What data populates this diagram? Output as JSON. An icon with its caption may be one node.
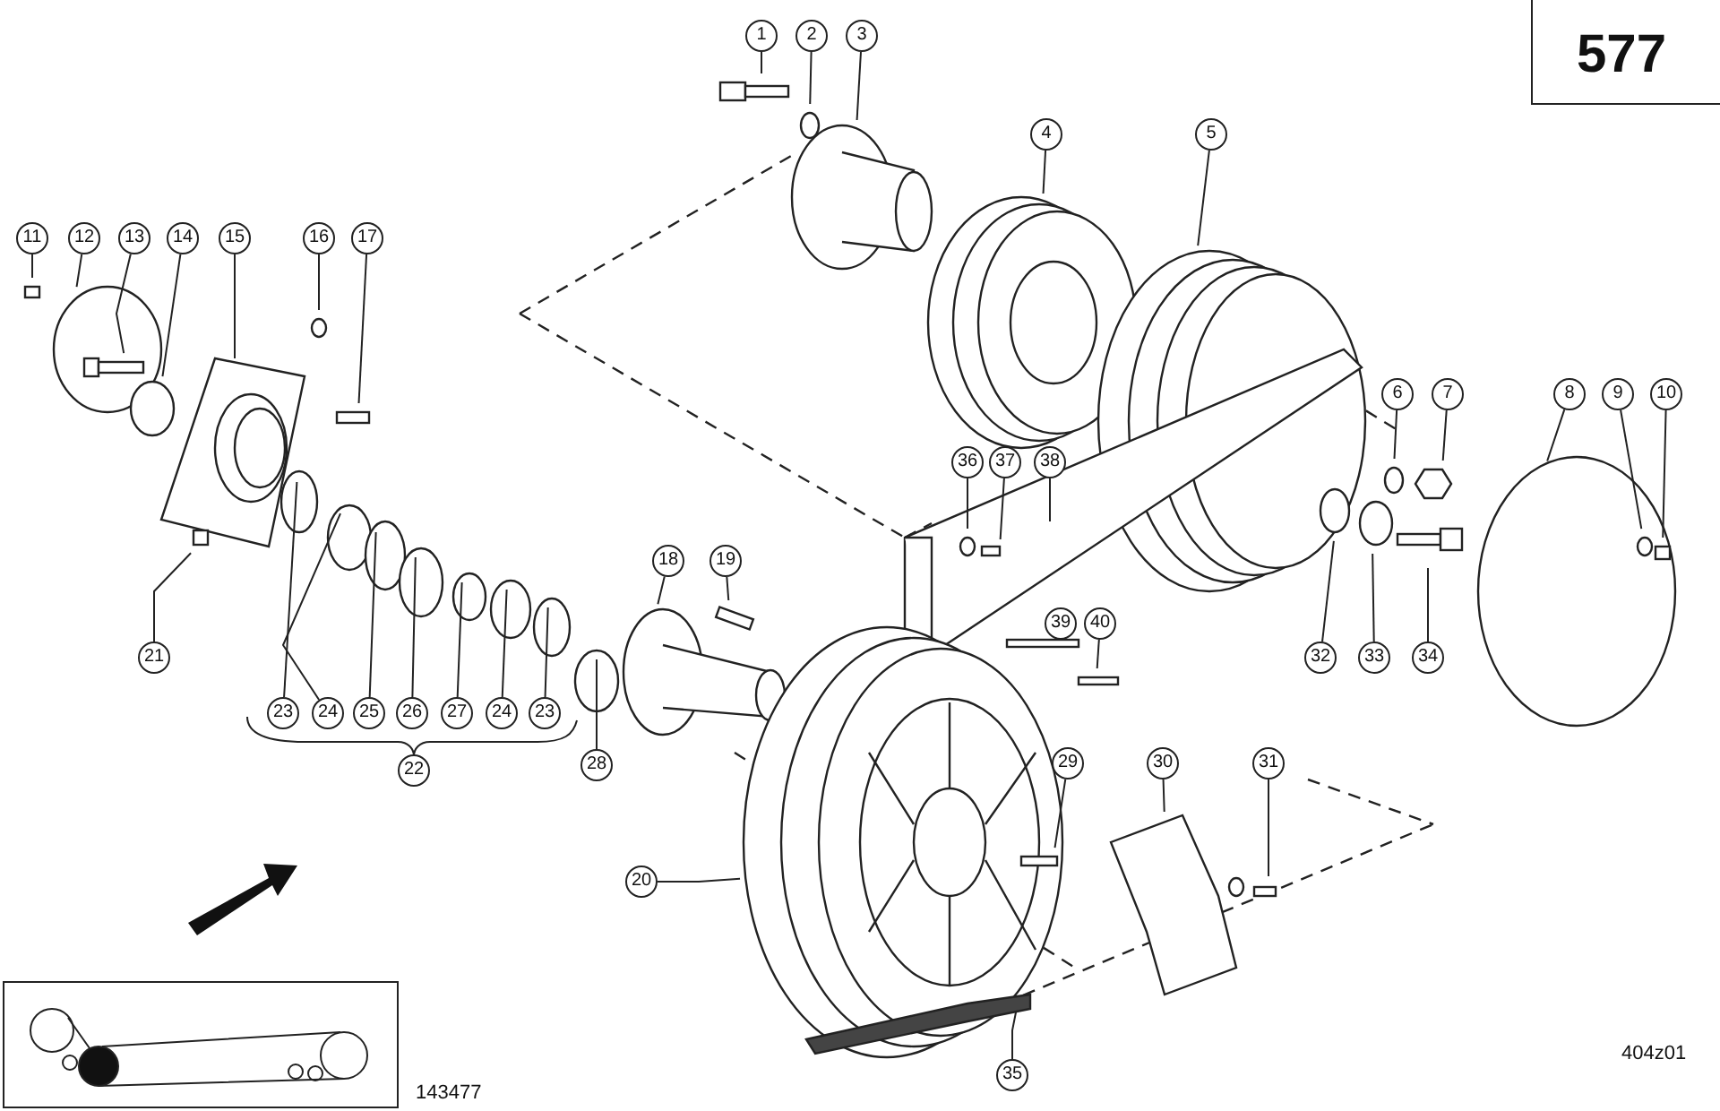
{
  "diagram": {
    "nodes": [
      {
        "text": [
          "1"
        ]
      },
      {
        "text": [
          "2"
        ]
      },
      {
        "text": [
          "3"
        ]
      },
      {
        "text": [
          "4"
        ]
      },
      {
        "text": [
          "5"
        ]
      },
      {
        "text": [
          "6"
        ]
      },
      {
        "text": [
          "7"
        ]
      },
      {
        "text": [
          "8"
        ]
      },
      {
        "text": [
          "9"
        ]
      },
      {
        "text": [
          "10"
        ]
      },
      {
        "text": [
          "11"
        ]
      },
      {
        "text": [
          "12"
        ]
      },
      {
        "text": [
          "13"
        ]
      },
      {
        "text": [
          "14"
        ]
      },
      {
        "text": [
          "15"
        ]
      },
      {
        "text": [
          "16"
        ]
      },
      {
        "text": [
          "17"
        ]
      },
      {
        "text": [
          "18"
        ]
      },
      {
        "text": [
          "19"
        ]
      },
      {
        "text": [
          "20"
        ]
      },
      {
        "text": [
          "21"
        ]
      },
      {
        "text": [
          "22"
        ]
      },
      {
        "text": [
          "23"
        ]
      },
      {
        "text": [
          "24"
        ]
      },
      {
        "text": [
          "25"
        ]
      },
      {
        "text": [
          "26"
        ]
      },
      {
        "text": [
          "27"
        ]
      },
      {
        "text": [
          "24"
        ]
      },
      {
        "text": [
          "23"
        ]
      },
      {
        "text": [
          "28"
        ]
      },
      {
        "text": [
          "29"
        ]
      },
      {
        "text": [
          "30"
        ]
      },
      {
        "text": [
          "31"
        ]
      },
      {
        "text": [
          "32"
        ]
      },
      {
        "text": [
          "33"
        ]
      },
      {
        "text": [
          "34"
        ]
      },
      {
        "text": [
          "35"
        ]
      },
      {
        "text": [
          "36"
        ]
      },
      {
        "text": [
          "37"
        ]
      },
      {
        "text": [
          "38"
        ]
      },
      {
        "text": [
          "39"
        ]
      },
      {
        "text": [
          "40"
        ]
      }
    ],
    "edges": [
      {
        "from": 0,
        "to": null,
        "arrow": "none"
      },
      {
        "from": 1,
        "to": null,
        "arrow": "none"
      },
      {
        "from": 2,
        "to": null,
        "arrow": "none"
      },
      {
        "from": 3,
        "to": null,
        "arrow": "none"
      },
      {
        "from": 4,
        "to": null,
        "arrow": "none"
      },
      {
        "from": 5,
        "to": null,
        "arrow": "none"
      },
      {
        "from": 6,
        "to": null,
        "arrow": "none"
      },
      {
        "from": 7,
        "to": null,
        "arrow": "none"
      },
      {
        "from": 8,
        "to": null,
        "arrow": "none"
      },
      {
        "from": 9,
        "to": null,
        "arrow": "none"
      },
      {
        "from": 10,
        "to": null,
        "arrow": "none"
      },
      {
        "from": 11,
        "to": null,
        "arrow": "none"
      },
      {
        "from": 12,
        "to": null,
        "arrow": "none"
      },
      {
        "from": 13,
        "to": null,
        "arrow": "none"
      },
      {
        "from": 14,
        "to": null,
        "arrow": "none"
      },
      {
        "from": 15,
        "to": null,
        "arrow": "none"
      },
      {
        "from": 16,
        "to": null,
        "arrow": "none"
      },
      {
        "from": 17,
        "to": null,
        "arrow": "none"
      },
      {
        "from": 18,
        "to": null,
        "arrow": "none"
      },
      {
        "from": 19,
        "to": null,
        "arrow": "none"
      },
      {
        "from": 20,
        "to": null,
        "arrow": "none"
      },
      {
        "from": 22,
        "to": null,
        "arrow": "none"
      },
      {
        "from": 23,
        "to": null,
        "arrow": "none"
      },
      {
        "from": 24,
        "to": null,
        "arrow": "none"
      },
      {
        "from": 25,
        "to": null,
        "arrow": "none"
      },
      {
        "from": 26,
        "to": null,
        "arrow": "none"
      },
      {
        "from": 27,
        "to": null,
        "arrow": "none"
      },
      {
        "from": 28,
        "to": null,
        "arrow": "none"
      },
      {
        "from": 29,
        "to": null,
        "arrow": "none"
      },
      {
        "from": 30,
        "to": null,
        "arrow": "none"
      },
      {
        "from": 31,
        "to": null,
        "arrow": "none"
      },
      {
        "from": 32,
        "to": null,
        "arrow": "none"
      },
      {
        "from": 33,
        "to": null,
        "arrow": "none"
      },
      {
        "from": 34,
        "to": null,
        "arrow": "none"
      },
      {
        "from": 35,
        "to": null,
        "arrow": "none"
      },
      {
        "from": 36,
        "to": null,
        "arrow": "none"
      },
      {
        "from": 37,
        "to": null,
        "arrow": "none"
      },
      {
        "from": 38,
        "to": null,
        "arrow": "none"
      },
      {
        "from": 39,
        "to": null,
        "arrow": "none"
      },
      {
        "from": 40,
        "to": null,
        "arrow": "none"
      },
      {
        "from": 41,
        "to": null,
        "arrow": "none"
      }
    ],
    "labels": [
      "577",
      "143477",
      "404z01"
    ]
  }
}
